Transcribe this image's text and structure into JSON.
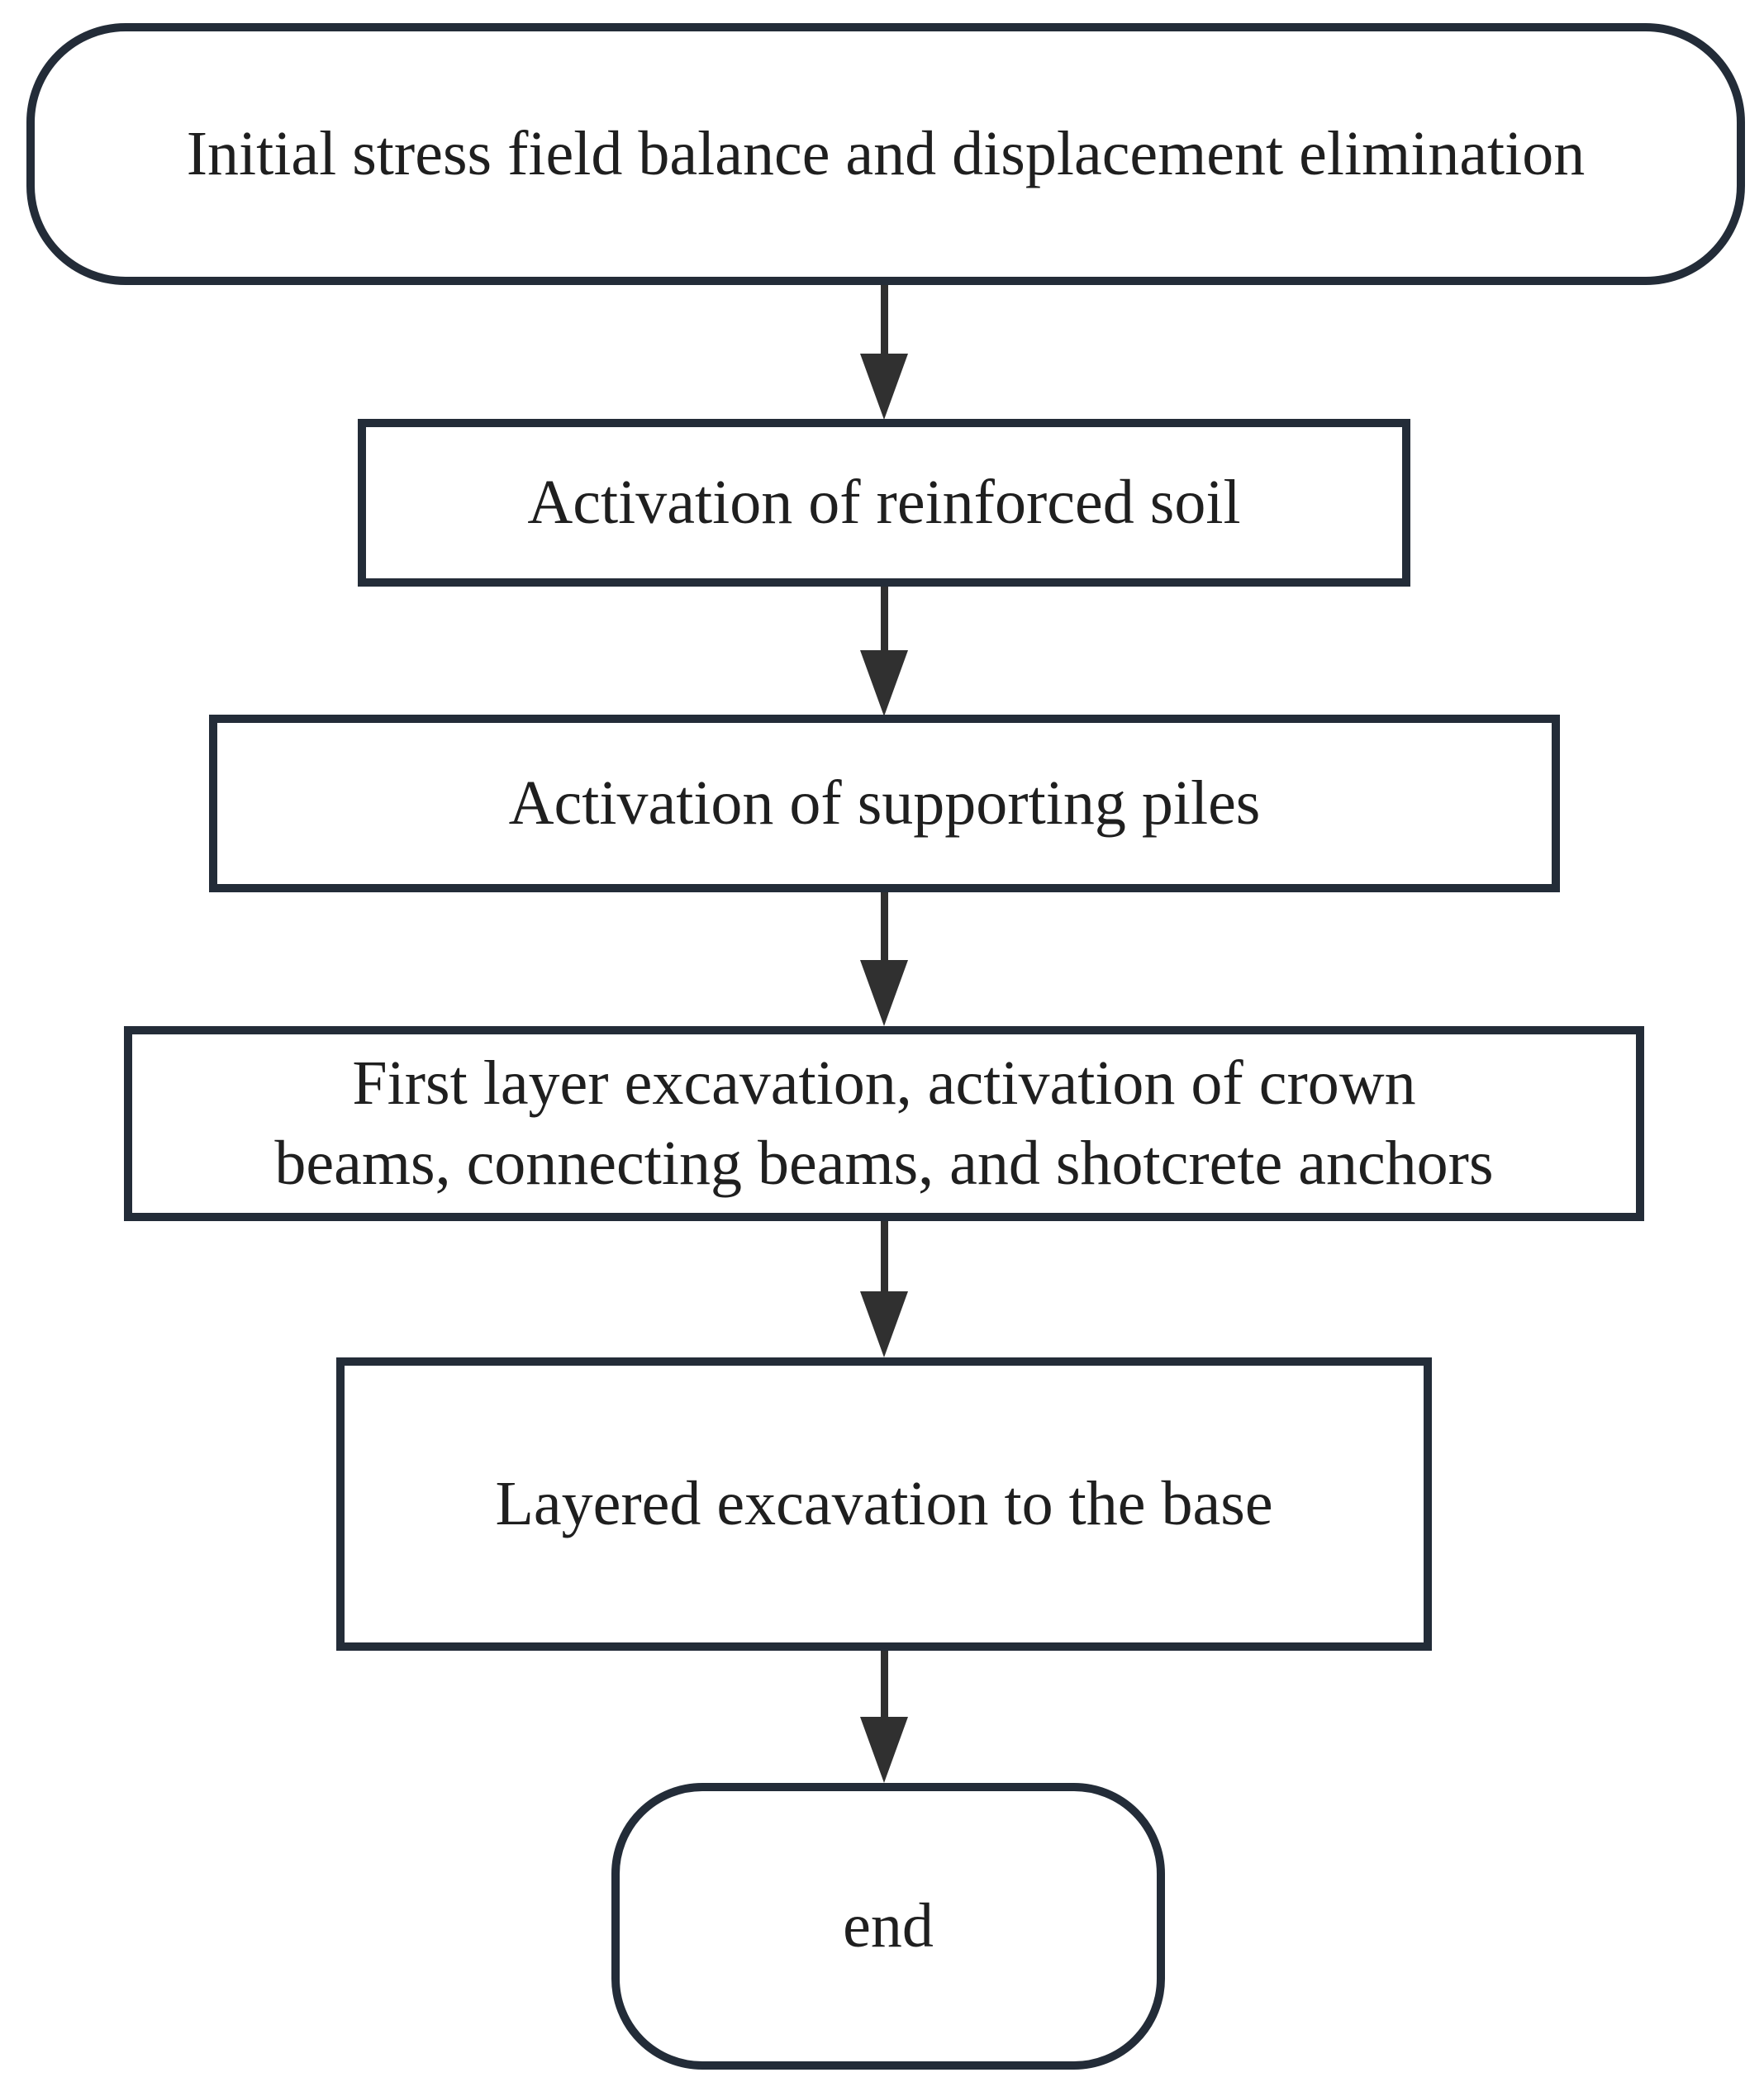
{
  "diagram": {
    "type": "flowchart",
    "colors": {
      "border": "#232c38",
      "arrow": "#303030",
      "text": "#1f1f1f",
      "background": "#ffffff"
    },
    "nodes": [
      {
        "id": "initial-stress",
        "shape": "terminator",
        "label": "Initial stress field balance and displacement elimination"
      },
      {
        "id": "reinforced-soil",
        "shape": "process",
        "label": "Activation of reinforced soil"
      },
      {
        "id": "supporting-piles",
        "shape": "process",
        "label": "Activation of supporting piles"
      },
      {
        "id": "first-layer-excavation",
        "shape": "process",
        "label": "First layer excavation, activation of crown\nbeams, connecting beams, and shotcrete anchors"
      },
      {
        "id": "layered-excavation",
        "shape": "process",
        "label": "Layered excavation to the base"
      },
      {
        "id": "end",
        "shape": "terminator",
        "label": "end"
      }
    ],
    "edges": [
      {
        "from": "initial-stress",
        "to": "reinforced-soil"
      },
      {
        "from": "reinforced-soil",
        "to": "supporting-piles"
      },
      {
        "from": "supporting-piles",
        "to": "first-layer-excavation"
      },
      {
        "from": "first-layer-excavation",
        "to": "layered-excavation"
      },
      {
        "from": "layered-excavation",
        "to": "end"
      }
    ]
  }
}
